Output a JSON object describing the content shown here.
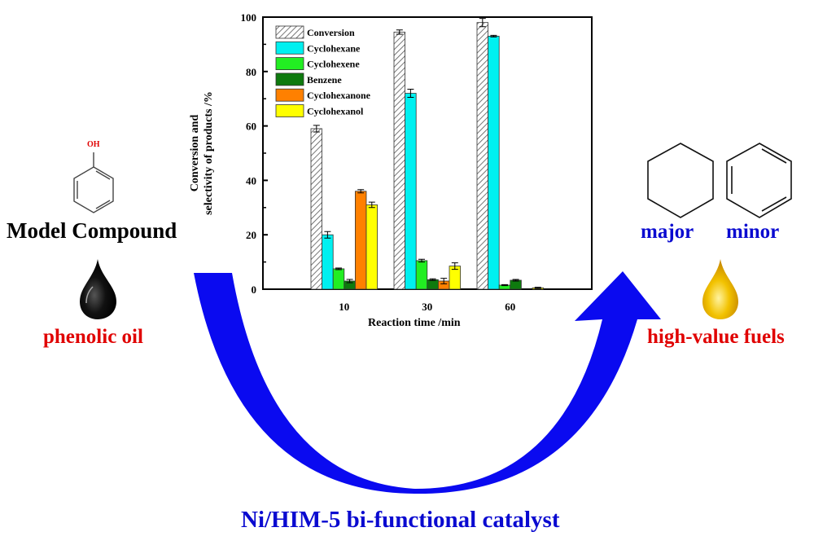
{
  "left": {
    "molecule_label": "OH",
    "title": "Model Compound",
    "oil_label": "phenolic oil"
  },
  "right": {
    "major_label": "major",
    "minor_label": "minor",
    "fuel_label": "high-value fuels"
  },
  "bottom_caption": "Ni/HIM-5 bi-functional catalyst",
  "colors": {
    "arrow": "#0a0af0",
    "red_text": "#e00000",
    "blue_text": "#0a0ad0"
  },
  "chart_data": {
    "type": "bar",
    "title": "",
    "xlabel": "Reaction time /min",
    "ylabel_line1": "Conversion  and",
    "ylabel_line2": "selectivity of products /%",
    "categories": [
      "10",
      "30",
      "60"
    ],
    "ylim": [
      0,
      100
    ],
    "yticks": [
      "0",
      "20",
      "40",
      "60",
      "80",
      "100"
    ],
    "legend_position": "top-left",
    "series": [
      {
        "name": "Conversion",
        "color": "hatch",
        "values": [
          59,
          94.5,
          98
        ],
        "errors": [
          1.2,
          0.8,
          1.5
        ]
      },
      {
        "name": "Cyclohexane",
        "color": "#00f0f0",
        "values": [
          20,
          72,
          93
        ],
        "errors": [
          1.2,
          1.5,
          0.3
        ]
      },
      {
        "name": "Cyclohexene",
        "color": "#22ee22",
        "values": [
          7.5,
          10.5,
          1.5
        ],
        "errors": [
          0.3,
          0.5,
          0.2
        ]
      },
      {
        "name": "Benzene",
        "color": "#0e7a0e",
        "values": [
          3,
          3.5,
          3.3
        ],
        "errors": [
          0.6,
          0.3,
          0.3
        ]
      },
      {
        "name": "Cyclohexanone",
        "color": "#ff8000",
        "values": [
          36,
          3,
          0
        ],
        "errors": [
          0.6,
          1,
          0
        ]
      },
      {
        "name": "Cyclohexanol",
        "color": "#ffff00",
        "values": [
          31,
          8.5,
          0.5
        ],
        "errors": [
          1,
          1.2,
          0.2
        ]
      }
    ]
  }
}
